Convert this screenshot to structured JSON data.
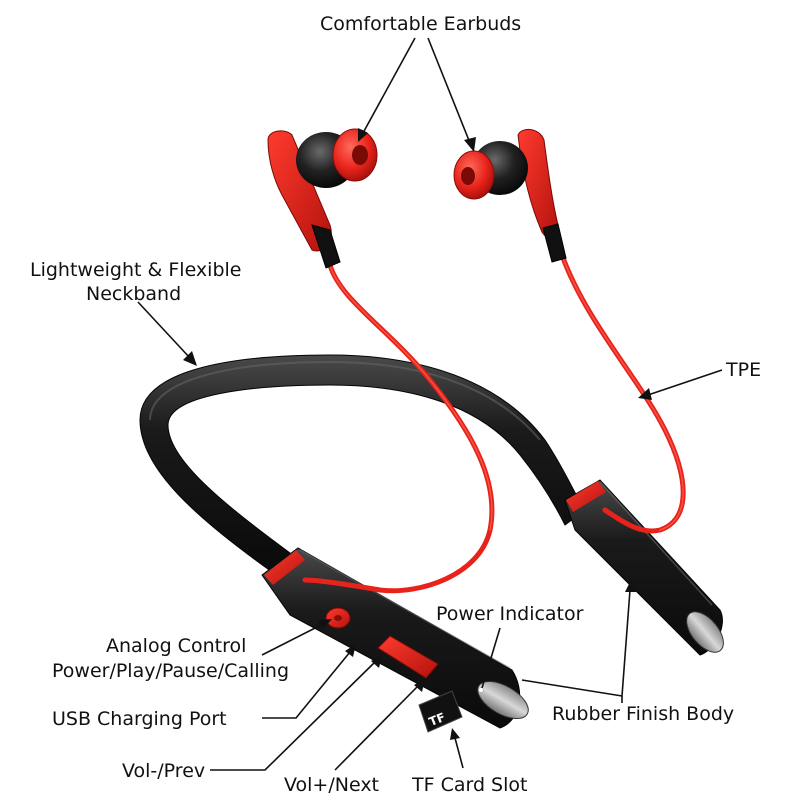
{
  "colors": {
    "accent_red": "#e8231b",
    "dark_red": "#b3120d",
    "body_black": "#141414",
    "highlight_gray": "#5a5a5a",
    "label_text": "#111111"
  },
  "labels": {
    "earbuds": "Comfortable Earbuds",
    "neckband_line1": "Lightweight & Flexible",
    "neckband_line2": "Neckband",
    "tpe": "TPE",
    "power_indicator": "Power Indicator",
    "analog_line1": "Analog Control",
    "analog_line2": "Power/Play/Pause/Calling",
    "usb": "USB Charging Port",
    "rubber": "Rubber Finish Body",
    "vol_minus": "Vol-/Prev",
    "vol_plus": "Vol+/Next",
    "tf_slot": "TF Card Slot"
  },
  "tf_card": {
    "text": "TF"
  }
}
